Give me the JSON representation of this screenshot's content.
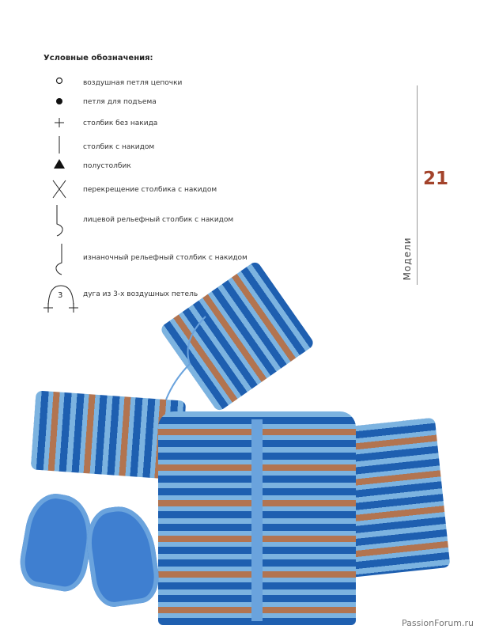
{
  "legend": {
    "title": "Условные обозначения:",
    "items": [
      {
        "icon": "open-circle-icon",
        "label": "воздушная петля цепочки"
      },
      {
        "icon": "filled-circle-icon",
        "label": "петля для подъема"
      },
      {
        "icon": "plus-icon",
        "label": "столбик без накида"
      },
      {
        "icon": "vertical-bar-icon",
        "label": "столбик с накидом"
      },
      {
        "icon": "triangle-icon",
        "label": "полустолбик"
      },
      {
        "icon": "cross-icon",
        "label": "перекрещение столбика с накидом"
      },
      {
        "icon": "front-post-icon",
        "label": "лицевой рельефный столбик с накидом"
      },
      {
        "icon": "back-post-icon",
        "label": "изнаночный рельефный столбик с накидом"
      },
      {
        "icon": "arc-icon",
        "arc_number": "3",
        "label": "дуга из 3-х воздушных петель"
      }
    ]
  },
  "page_number": "21",
  "section": "Модели",
  "watermark": "PassionForum.ru",
  "colors": {
    "accent": "#a3432b",
    "yarn_blue": "#1e5fb0",
    "yarn_light": "#7cb3e0",
    "yarn_brown": "#b27450"
  }
}
